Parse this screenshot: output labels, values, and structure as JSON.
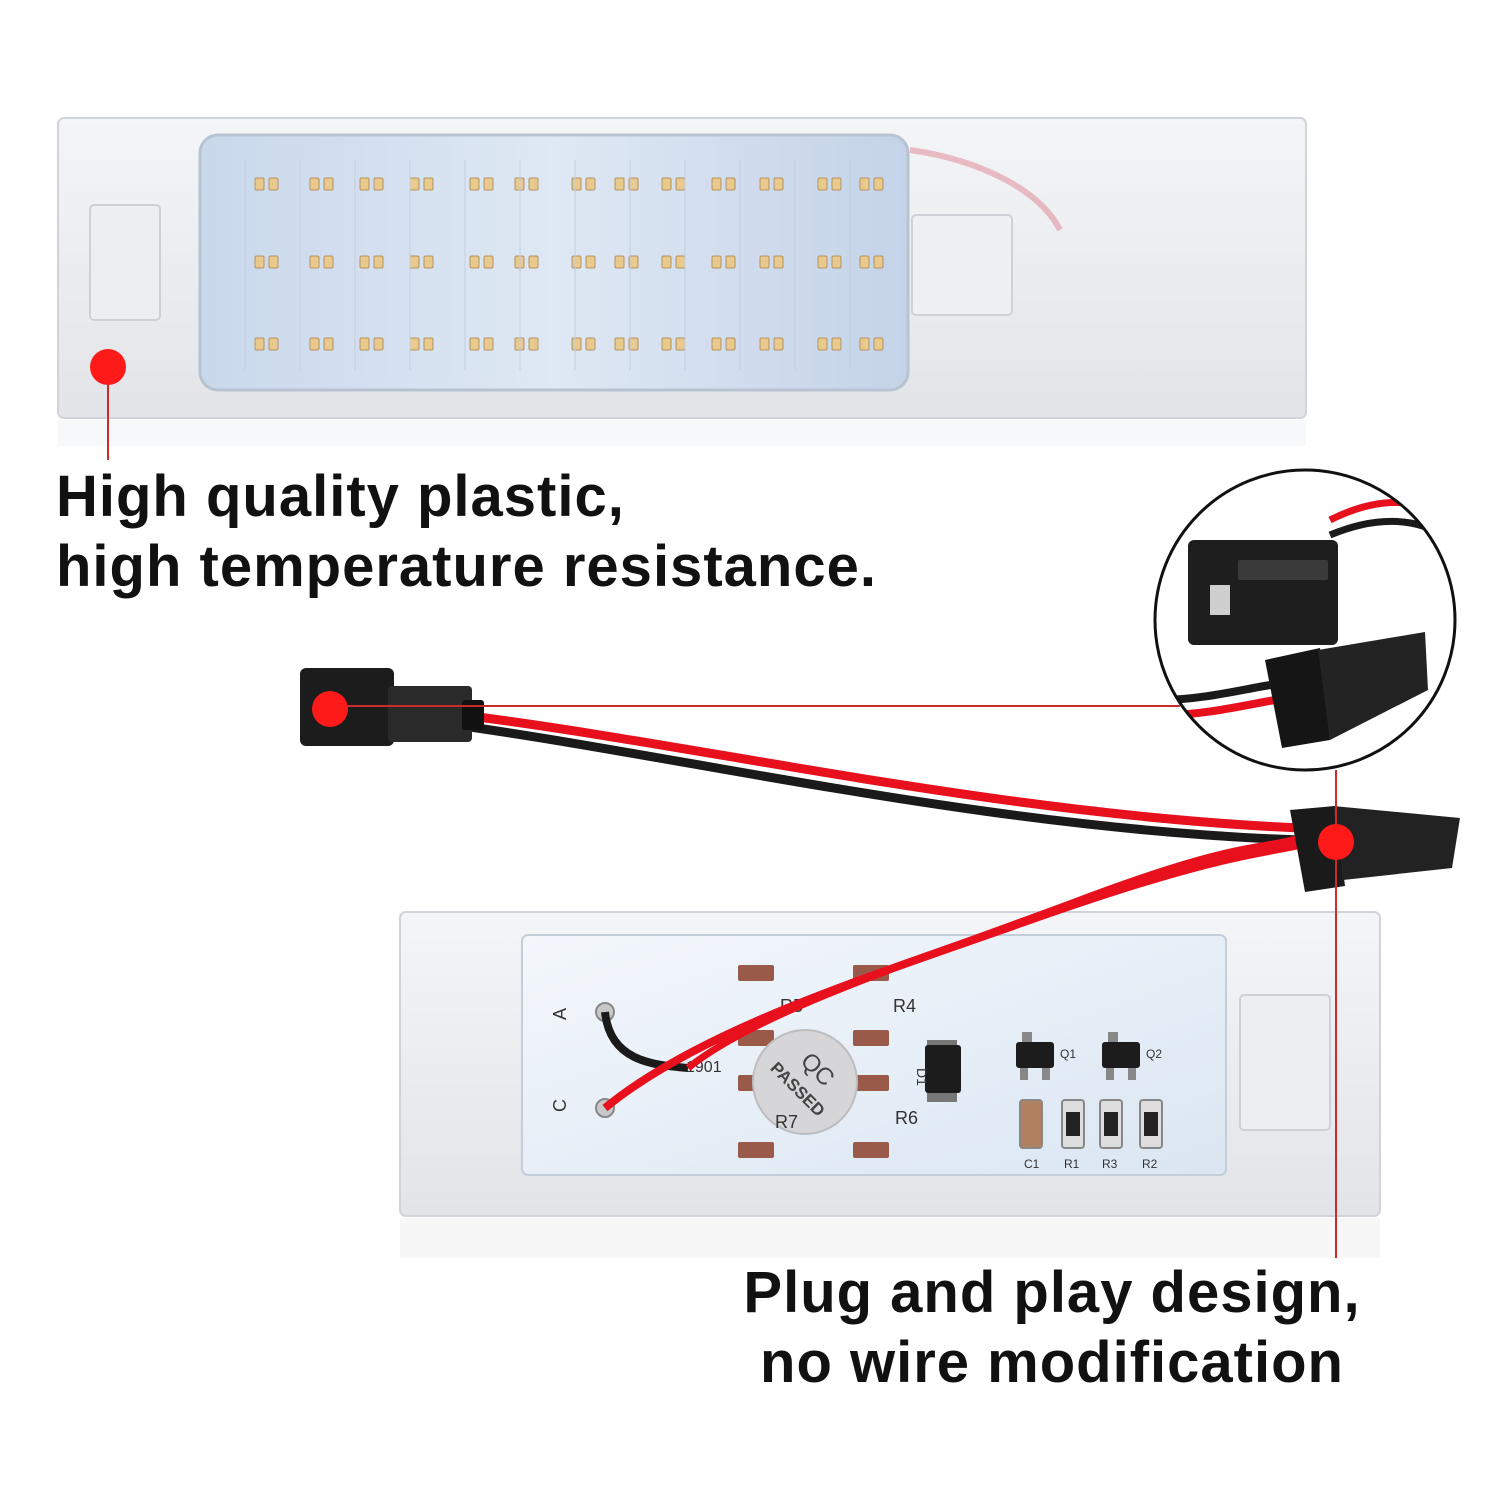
{
  "accent_color": "#ff1a1a",
  "wire_colors": {
    "positive": "#e8101c",
    "negative": "#1a1a1a"
  },
  "features": [
    {
      "lines": [
        "High quality plastic,",
        "high temperature resistance."
      ]
    },
    {
      "lines": [
        "Plug and play design,",
        "no wire modification"
      ]
    }
  ],
  "board": {
    "labels": [
      "A",
      "C",
      "R5",
      "R4",
      "R7",
      "R6",
      "D1",
      "Q1",
      "Q2",
      "C1",
      "R1",
      "R3",
      "R2",
      "1901"
    ],
    "sticker_lines": [
      "QC",
      "PASSED"
    ]
  }
}
